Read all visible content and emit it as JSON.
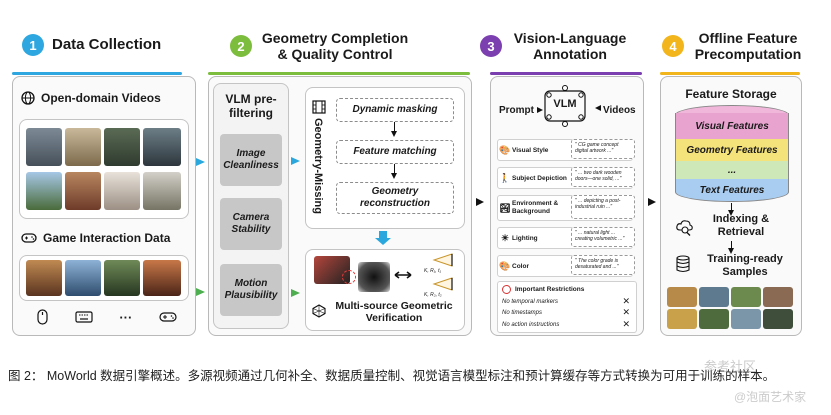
{
  "stages": [
    {
      "num": "1",
      "title": "Data Collection",
      "color": "#2ea7e0"
    },
    {
      "num": "2",
      "title": "Geometry Completion & Quality Control",
      "color": "#7dbd3d"
    },
    {
      "num": "3",
      "title": "Vision-Language Annotation",
      "color": "#7b3fb0"
    },
    {
      "num": "4",
      "title": "Offline Feature Precomputation",
      "color": "#f2b51b"
    }
  ],
  "data_collection": {
    "open_domain_label": "Open-domain Videos",
    "game_label": "Game Interaction Data",
    "input_dots": "···"
  },
  "quality": {
    "vlm_title": "VLM pre-filtering",
    "filters": [
      "Image Cleanliness",
      "Camera Stability",
      "Motion Plausibility"
    ],
    "missing_label": "Geometry-Missing",
    "steps": [
      "Dynamic masking",
      "Feature matching",
      "Geometry reconstruction"
    ],
    "pose_label_1": "K, R₁, t₁",
    "pose_label_2": "K, R₂, t₂",
    "verification_label": "Multi-source Geometric Verification"
  },
  "annotation": {
    "prompt": "Prompt",
    "vlm": "VLM",
    "videos": "Videos",
    "rows": [
      {
        "icon": "🎨",
        "label": "Visual Style",
        "quote": "\" CG game concept digital artwork ...\""
      },
      {
        "icon": "🚶",
        "label": "Subject Depiction",
        "quote": "\" ... two dark wooden doors—one solid, ...\""
      },
      {
        "icon": "🏞",
        "label": "Environment & Background",
        "quote": "\" ... depicting a post-industrial ruin ...\""
      },
      {
        "icon": "☀",
        "label": "Lighting",
        "quote": "\" ... natural light ... creating volumetric ...\""
      },
      {
        "icon": "🎨",
        "label": "Color",
        "quote": "\" The color grade is desaturated and ...\""
      }
    ],
    "restrictions_title": "Important Restrictions",
    "restrictions": [
      "No temporal markers",
      "No timestamps",
      "No  action instructions"
    ],
    "restriction_mark": "✕"
  },
  "feature": {
    "storage_title": "Feature Storage",
    "layers": [
      "Visual Features",
      "Geometry  Features",
      "...",
      "Text  Features"
    ],
    "indexing": "Indexing & Retrieval",
    "training": "Training-ready Samples"
  },
  "caption": "图 2：  MoWorld 数据引擎概述。多源视频通过几何补全、数据质量控制、视觉语言模型标注和预计算缓存等方式转换为可用于训练的样本。",
  "watermark_1": "参考社区",
  "watermark_2": "@泡面艺术家"
}
